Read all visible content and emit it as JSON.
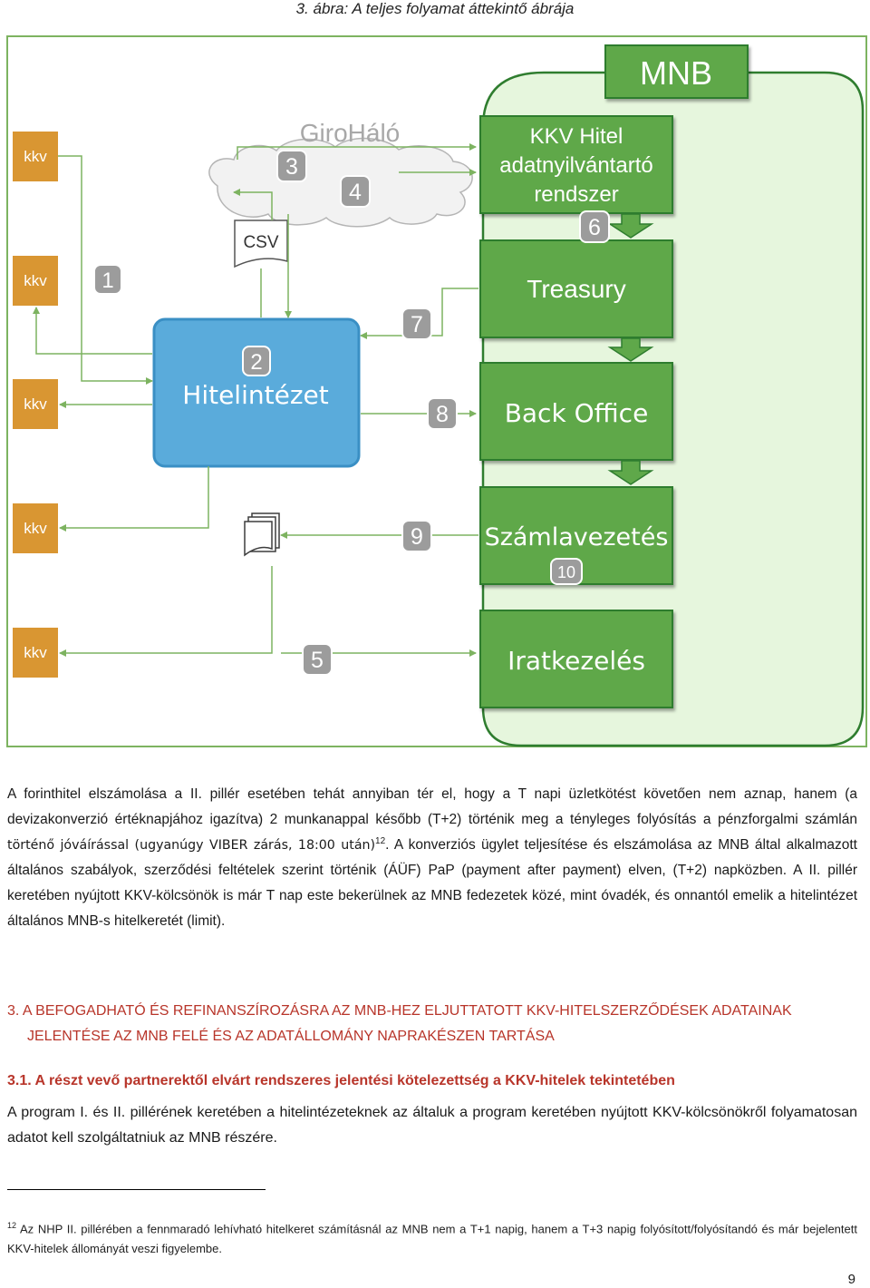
{
  "caption": "3. ábra: A teljes folyamat áttekintő ábrája",
  "diagram": {
    "mnb_title": "MNB",
    "giro_label": "GiroHáló",
    "csv_label": "CSV",
    "hitelintezet": "Hitelintézet",
    "kkv_labels": [
      "kkv",
      "kkv",
      "kkv",
      "kkv",
      "kkv"
    ],
    "systems": {
      "kkv_hitel": [
        "KKV Hitel",
        "adatnyilvántartó",
        "rendszer"
      ],
      "treasury": "Treasury",
      "back_office": "Back Office",
      "szamlavezetes": "Számlavezetés",
      "iratkezeles": "Iratkezelés"
    },
    "steps": [
      "1",
      "2",
      "3",
      "4",
      "5",
      "6",
      "7",
      "8",
      "9",
      "10"
    ],
    "colors": {
      "green_dark": "#2f7d2f",
      "green_fill": "#5fa84a",
      "mnb_bg": "#e6f6dd",
      "blue": "#5aabdb",
      "gray_badge": "#9c9c9c",
      "kkv_orange": "#d99632",
      "frame": "#7db360"
    }
  },
  "para1": {
    "a": "A forinthitel elszámolása a II. pillér esetében tehát annyiban tér el, hogy a T napi üzletkötést követően nem aznap, hanem (a devizakonverzió értéknapjához igazítva) 2 munkanappal később (T+2) történik meg a tényleges folyósítás a pénzforgalmi számlán ",
    "b": "történő jóváírással (ugyanúgy VIBER zárás, 18:00 után)",
    "fn": "12",
    "c": ". A konverziós ügylet teljesítése és elszámolása az MNB által alkalmazott általános szabályok, szerződési feltételek szerint történik (ÁÜF) PaP (payment after payment) elven, (T+2) napközben. A II. pillér keretében nyújtott KKV-kölcsönök is már T nap este bekerülnek az MNB fedezetek közé, mint óvadék, és onnantól emelik a hitelintézet általános MNB-s hitelkeretét (limit)."
  },
  "section3": {
    "number": "3.",
    "line1": "A BEFOGADHATÓ ÉS REFINANSZÍROZÁSRA AZ MNB-HEZ ELJUTTATOTT KKV-HITELSZERZŐDÉSEK ADATAINAK",
    "line2": "JELENTÉSE AZ MNB FELÉ ÉS AZ ADATÁLLOMÁNY NAPRAKÉSZEN TARTÁSA"
  },
  "section31": {
    "number": "3.1.",
    "title": "A részt vevő partnerektől elvárt rendszeres jelentési kötelezettség a KKV-hitelek tekintetében"
  },
  "para2": "A program I. és II. pillérének keretében a hitelintézeteknek az általuk a program keretében nyújtott KKV-kölcsönökről folyamatosan adatot kell szolgáltatniuk az MNB részére.",
  "footnote": {
    "number": "12",
    "text": "Az NHP II. pillérében a fennmaradó lehívható hitelkeret számításnál az MNB nem a T+1 napig, hanem a T+3 napig folyósított/folyósítandó és már bejelentett KKV-hitelek állományát veszi figyelembe."
  },
  "page_number": "9"
}
